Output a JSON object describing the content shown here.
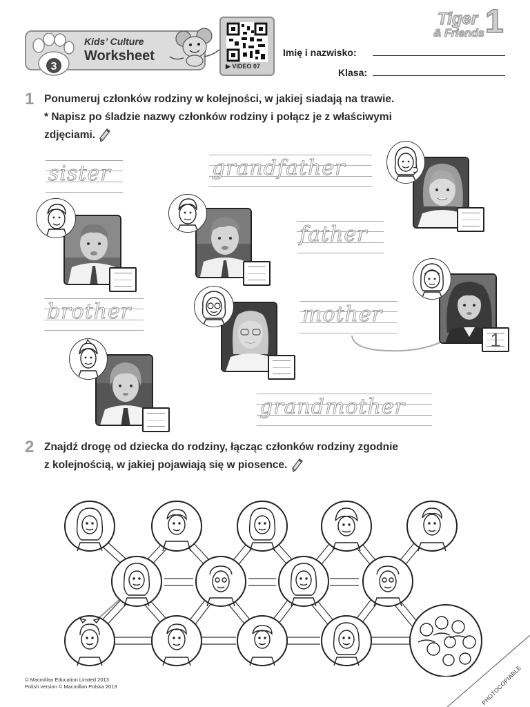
{
  "header": {
    "worksheet_number": "3",
    "kids_culture": "Kids’ Culture",
    "worksheet": "Worksheet",
    "video": "▶ VIDEO 07",
    "brand_tiger": "Tiger",
    "brand_friends": "& Friends",
    "brand_level": "1",
    "name_label": "Imię i nazwisko:",
    "class_label": "Klasa:"
  },
  "exercise1": {
    "number": "1",
    "line1": "Ponumeruj członków rodziny w kolejności, w jakiej siadają na trawie.",
    "line2": "* Napisz po śladzie nazwy członków rodziny i połącz je z właściwymi",
    "line3": "zdjęciami.",
    "words": {
      "sister": "sister",
      "grandfather": "grandfather",
      "father": "father",
      "brother": "brother",
      "mother": "mother",
      "grandmother": "grandmother"
    },
    "example_number": "1"
  },
  "exercise2": {
    "number": "2",
    "line1": "Znajdź drogę od dziecka do rodziny, łącząc członków rodziny zgodnie",
    "line2": "z kolejnością, w jakiej pojawiają się w piosence."
  },
  "footer": {
    "copyright1": "© Macmillan Education Limited 2013",
    "copyright2": "Polish version © Macmillan Polska 2019",
    "photocopiable": "PHOTOCOPIABLE"
  },
  "colors": {
    "accent_grey": "#9a9a9a",
    "header_bg": "#dcdcdc"
  }
}
